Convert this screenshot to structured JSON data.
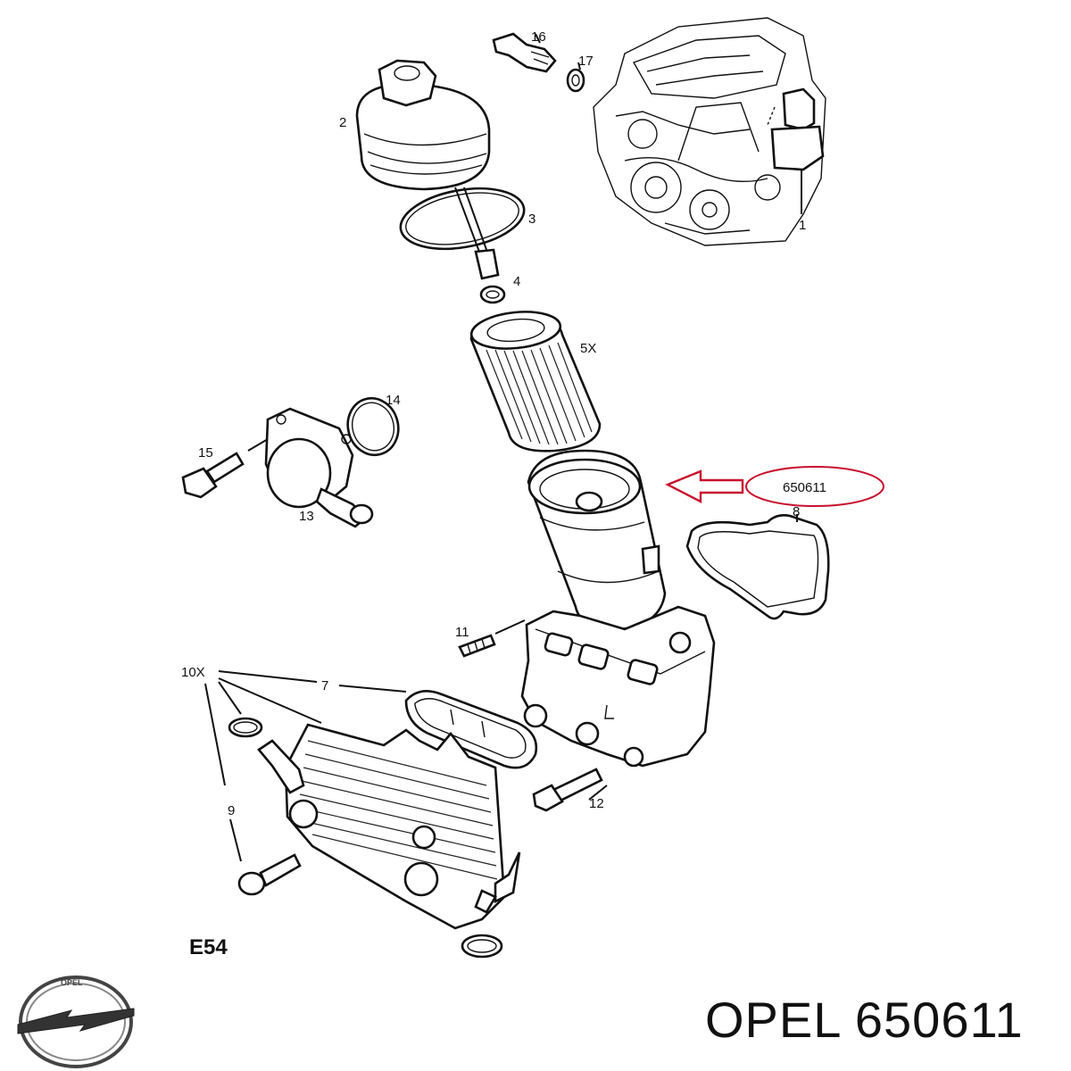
{
  "callout": {
    "part_number": "650611"
  },
  "section_code": "E54",
  "caption": {
    "brand": "OPEL",
    "part_number": "650611"
  },
  "logo": {
    "wordmark": "OPEL",
    "icon": "opel-blitz-logo"
  },
  "labels": {
    "p1": "1",
    "p2": "2",
    "p3": "3",
    "p4": "4",
    "p5": "5X",
    "p7": "7",
    "p8": "8",
    "p9": "9",
    "p10": "10X",
    "p11": "11",
    "p12": "12",
    "p13": "13",
    "p14": "14",
    "p15": "15",
    "p16": "16",
    "p17": "17"
  },
  "colors": {
    "callout_red": "#c8102e",
    "ink": "#111111"
  }
}
